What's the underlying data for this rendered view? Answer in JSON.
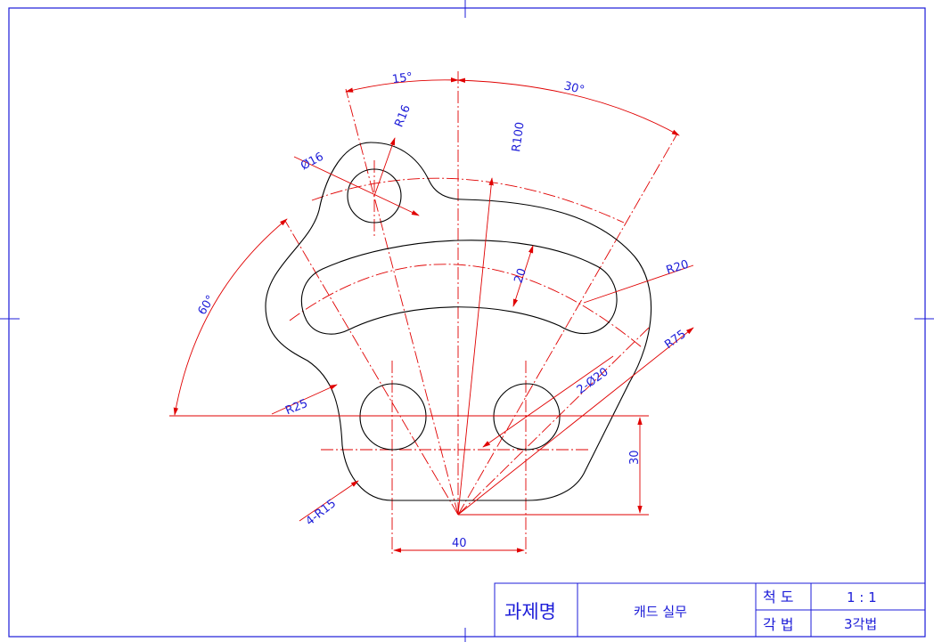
{
  "drawing": {
    "dimensions": {
      "angle_15": "15°",
      "angle_30": "30°",
      "angle_60": "60°",
      "r16": "R16",
      "dia16": "Ø16",
      "r100": "R100",
      "r20": "R20",
      "width20": "20",
      "r75": "R75",
      "holes": "2-Ø20",
      "r25": "R25",
      "r15": "4-R15",
      "h30": "30",
      "w40": "40"
    }
  },
  "title_block": {
    "project_label": "과제명",
    "project_name": "캐드 실무",
    "scale_label": "척 도",
    "scale_value": "1 : 1",
    "method_label": "각 법",
    "method_value": "3각법"
  },
  "colors": {
    "outline": "#000000",
    "centerline": "#e00000",
    "dimension_text": "#1c1cd8",
    "frame": "#1c1cd8"
  }
}
